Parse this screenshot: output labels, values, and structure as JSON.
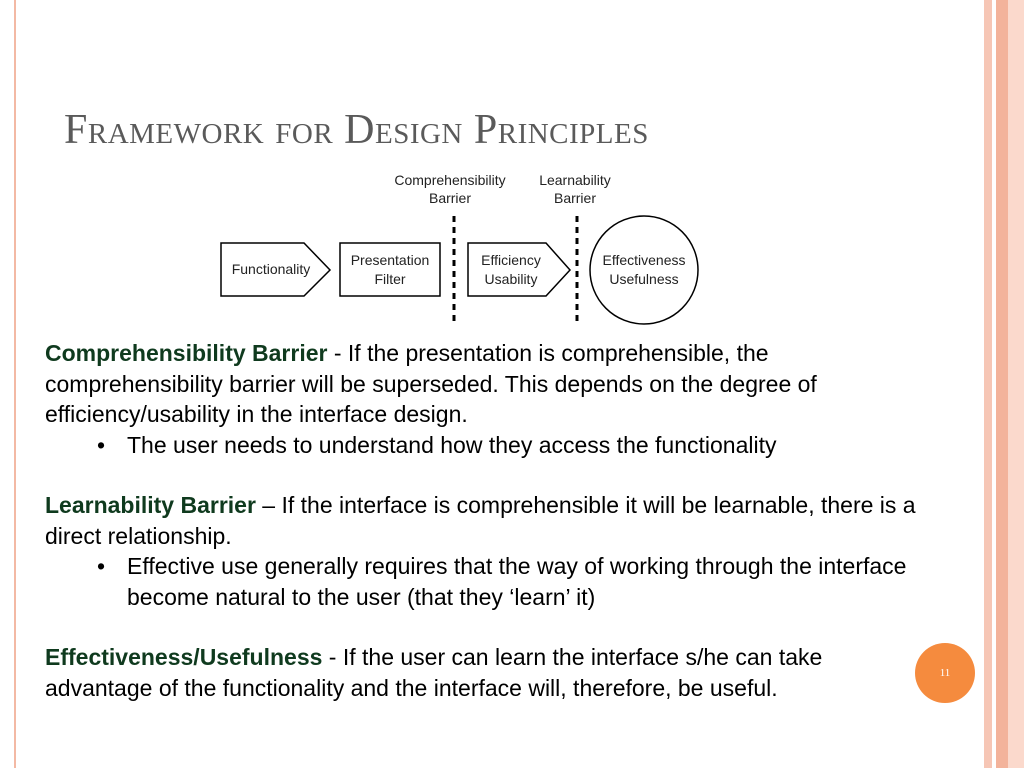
{
  "title": "Framework for Design Principles",
  "diagram": {
    "barrier1_label_line1": "Comprehensibility",
    "barrier1_label_line2": "Barrier",
    "barrier2_label_line1": "Learnability",
    "barrier2_label_line2": "Barrier",
    "box1": "Functionality",
    "box2_line1": "Presentation",
    "box2_line2": "Filter",
    "box3_line1": "Efficiency",
    "box3_line2": "Usability",
    "circle_line1": "Effectiveness",
    "circle_line2": "Usefulness"
  },
  "sections": [
    {
      "term": "Comprehensibility Barrier",
      "text": " - If the presentation is comprehensible, the comprehensibility barrier will be superseded. This depends on the degree of efficiency/usability in the interface design.",
      "bullet": "The user needs to understand how they access the functionality"
    },
    {
      "term": "Learnability Barrier",
      "text": " – If the interface is comprehensible it will be learnable, there is a direct relationship.",
      "bullet": "Effective use generally requires that the way of working through the interface become natural to the user (that they ‘learn’ it)"
    },
    {
      "term": "Effectiveness/Usefulness",
      "text": " - If the user can learn the interface s/he can take advantage of the functionality and the interface will, therefore, be useful."
    }
  ],
  "bullet_glyph": "•",
  "slide_number": "11",
  "colors": {
    "accent": "#f58b3e",
    "stripe": "#f3b39b",
    "term": "#0f3a1e",
    "title": "#5a5a5a"
  }
}
